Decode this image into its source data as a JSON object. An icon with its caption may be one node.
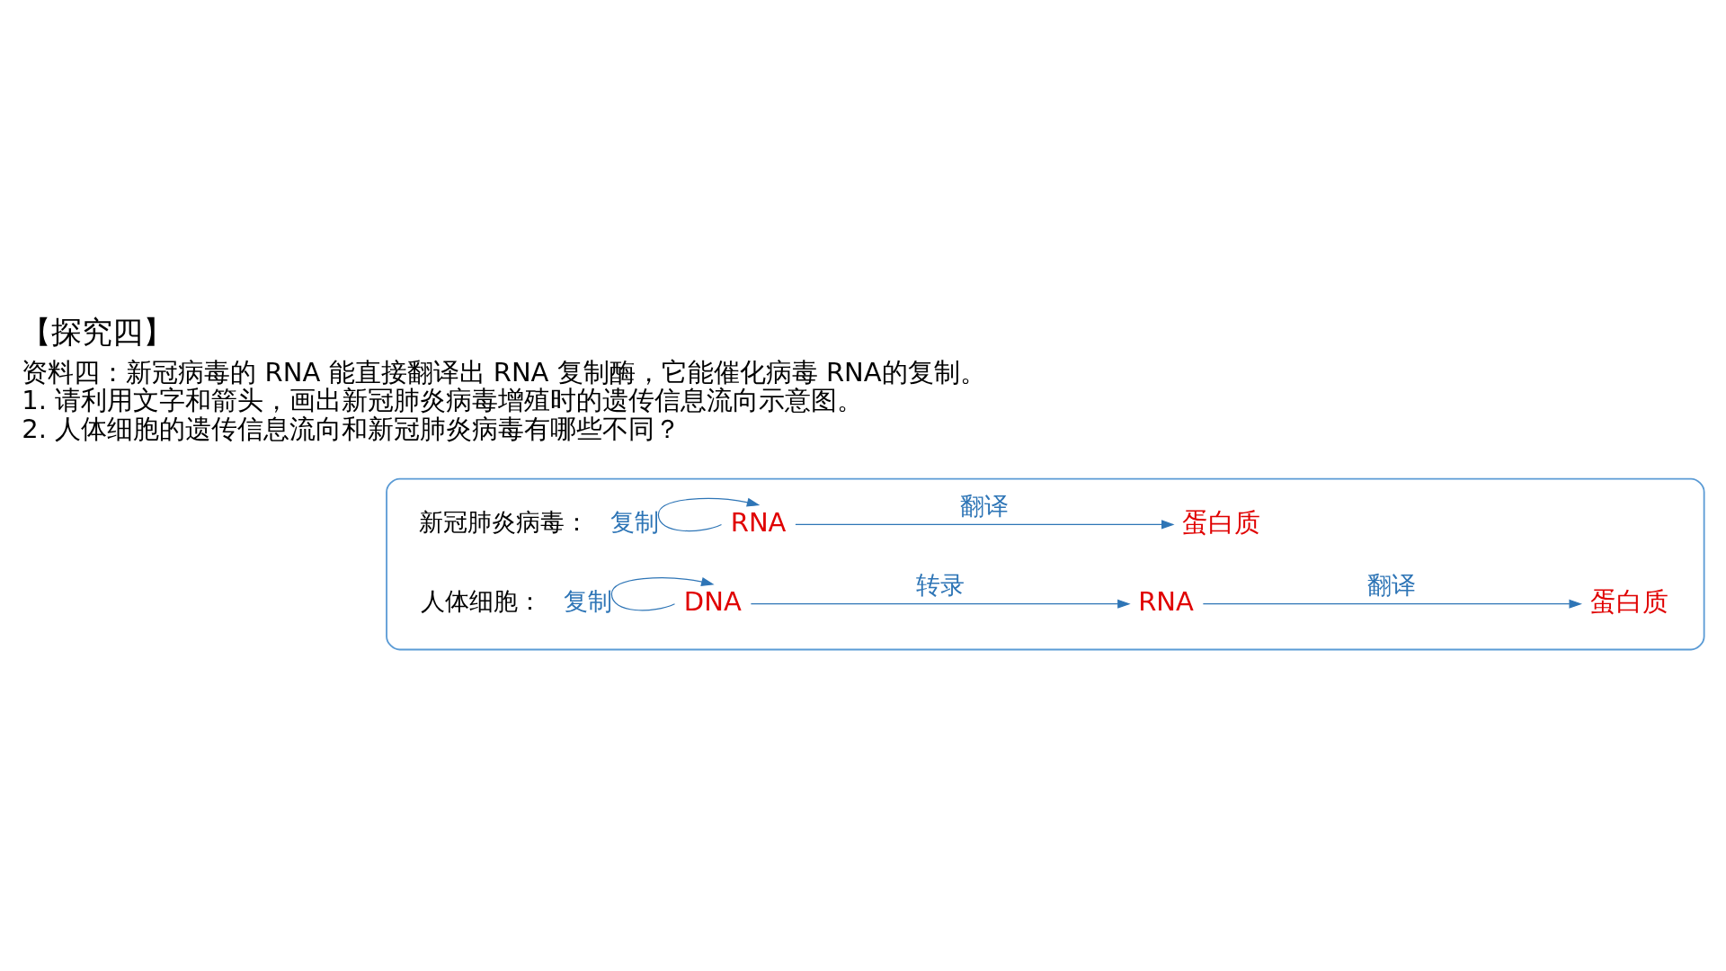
{
  "diagram": {
    "title": "【探究四】",
    "nodes": [
      {
        "text": [],
        "shape": "box"
      },
      {
        "text": [
          "RNA"
        ],
        "in": 0
      },
      {
        "text": [
          "蛋白质"
        ],
        "in": 0
      },
      {
        "text": [
          "DNA"
        ],
        "in": 0
      },
      {
        "text": [
          "RNA"
        ],
        "in": 0
      },
      {
        "text": [
          "蛋白质"
        ],
        "in": 0
      }
    ],
    "edges": [
      {
        "from": 1,
        "to": 1,
        "arrow": "to",
        "label": "复制"
      },
      {
        "from": 1,
        "to": 2,
        "arrow": "to",
        "label": "翻译"
      },
      {
        "from": 3,
        "to": 3,
        "arrow": "to",
        "label": "复制"
      },
      {
        "from": 3,
        "to": 4,
        "arrow": "to",
        "label": "转录"
      },
      {
        "from": 4,
        "to": 5,
        "arrow": "to",
        "label": "翻译"
      }
    ],
    "labels": [
      "资料四：新冠病毒的 RNA 能直接翻译出 RNA 复制酶，它能催化病毒 RNA的复制。",
      "1. 请利用文字和箭头，画出新冠肺炎病毒增殖时的遗传信息流向示意图。",
      "2. 人体细胞的遗传信息流向和新冠肺炎病毒有哪些不同？",
      "新冠肺炎病毒：",
      "人体细胞："
    ]
  }
}
